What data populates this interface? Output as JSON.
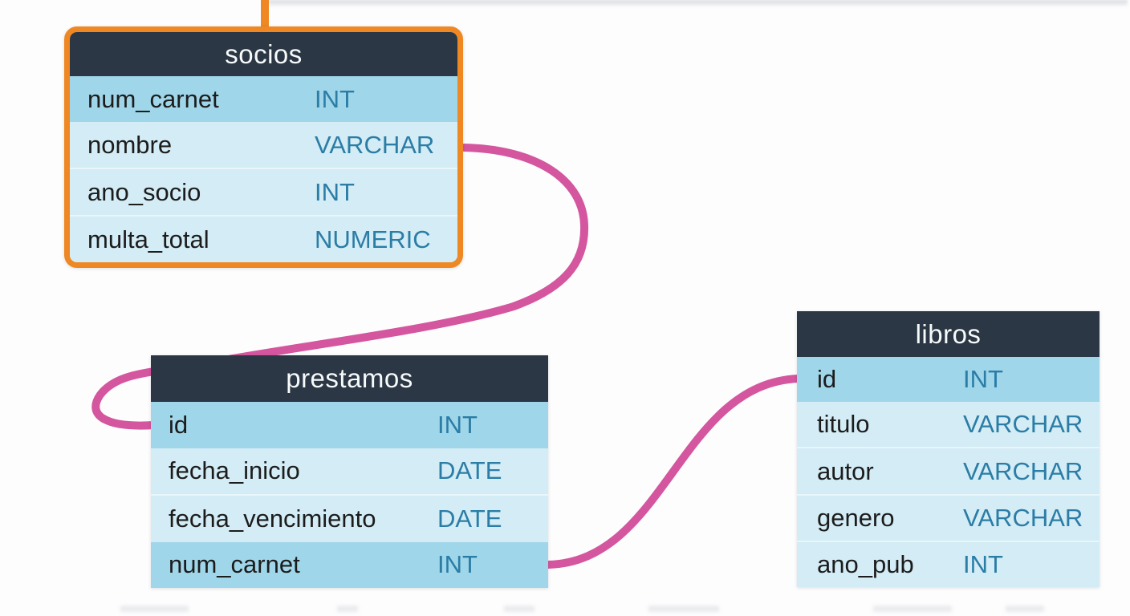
{
  "diagram_type": "entity-relationship",
  "colors": {
    "highlight": "#ef8722",
    "relationship": "#d4569f",
    "table_header_bg": "#2b3744",
    "table_header_text": "#f7fafb",
    "key_row_bg": "#9fd6e9",
    "row_bg": "#d3ecf5",
    "column_name_text": "#1c1c1c",
    "column_type_text": "#2b7da6"
  },
  "tables": [
    {
      "name": "socios",
      "highlighted": true,
      "columns": [
        {
          "name": "num_carnet",
          "type": "INT",
          "key": true
        },
        {
          "name": "nombre",
          "type": "VARCHAR",
          "key": false
        },
        {
          "name": "ano_socio",
          "type": "INT",
          "key": false
        },
        {
          "name": "multa_total",
          "type": "NUMERIC",
          "key": false
        }
      ]
    },
    {
      "name": "prestamos",
      "highlighted": false,
      "columns": [
        {
          "name": "id",
          "type": "INT",
          "key": true
        },
        {
          "name": "fecha_inicio",
          "type": "DATE",
          "key": false
        },
        {
          "name": "fecha_vencimiento",
          "type": "DATE",
          "key": false
        },
        {
          "name": "num_carnet",
          "type": "INT",
          "key": true
        }
      ]
    },
    {
      "name": "libros",
      "highlighted": false,
      "columns": [
        {
          "name": "id",
          "type": "INT",
          "key": true
        },
        {
          "name": "titulo",
          "type": "VARCHAR",
          "key": false
        },
        {
          "name": "autor",
          "type": "VARCHAR",
          "key": false
        },
        {
          "name": "genero",
          "type": "VARCHAR",
          "key": false
        },
        {
          "name": "ano_pub",
          "type": "INT",
          "key": false
        }
      ]
    }
  ],
  "relationships": [
    {
      "from_table": "socios",
      "to_table": "prestamos",
      "to_column": "id"
    },
    {
      "from_table": "prestamos",
      "from_column": "num_carnet",
      "to_table": "libros",
      "to_column": "id"
    }
  ]
}
